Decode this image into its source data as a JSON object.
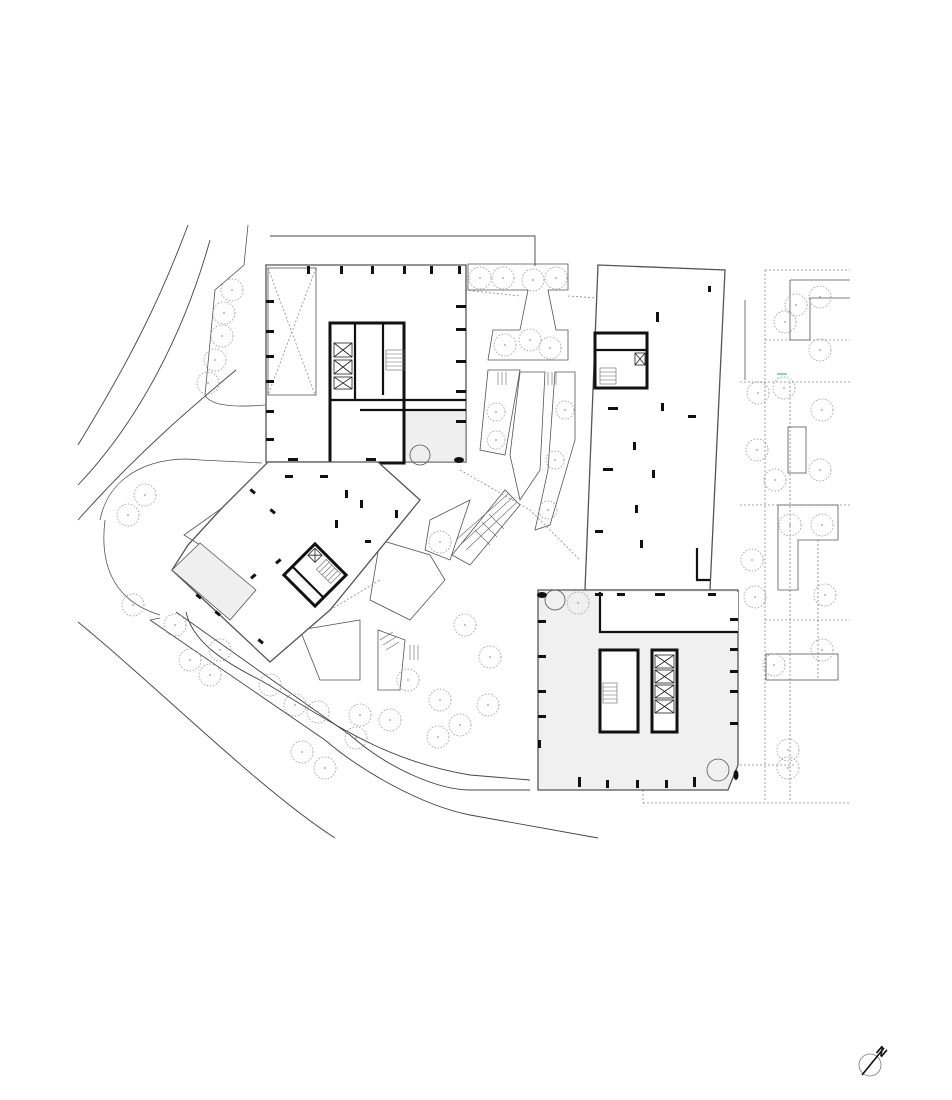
{
  "drawing": {
    "type": "site-plan",
    "title": "",
    "buildings": [
      {
        "id": "building-west-north",
        "label": ""
      },
      {
        "id": "building-west-south",
        "label": ""
      },
      {
        "id": "building-east-north",
        "label": ""
      },
      {
        "id": "building-east-south",
        "label": ""
      }
    ],
    "annotations": [],
    "north_arrow": {
      "label": "N",
      "rotation_deg": 40
    }
  },
  "colors": {
    "background": "#ffffff",
    "line": "#555555",
    "core_wall": "#111111",
    "shaded_area": "#efefef",
    "tree_outline": "#9a9a9a"
  }
}
